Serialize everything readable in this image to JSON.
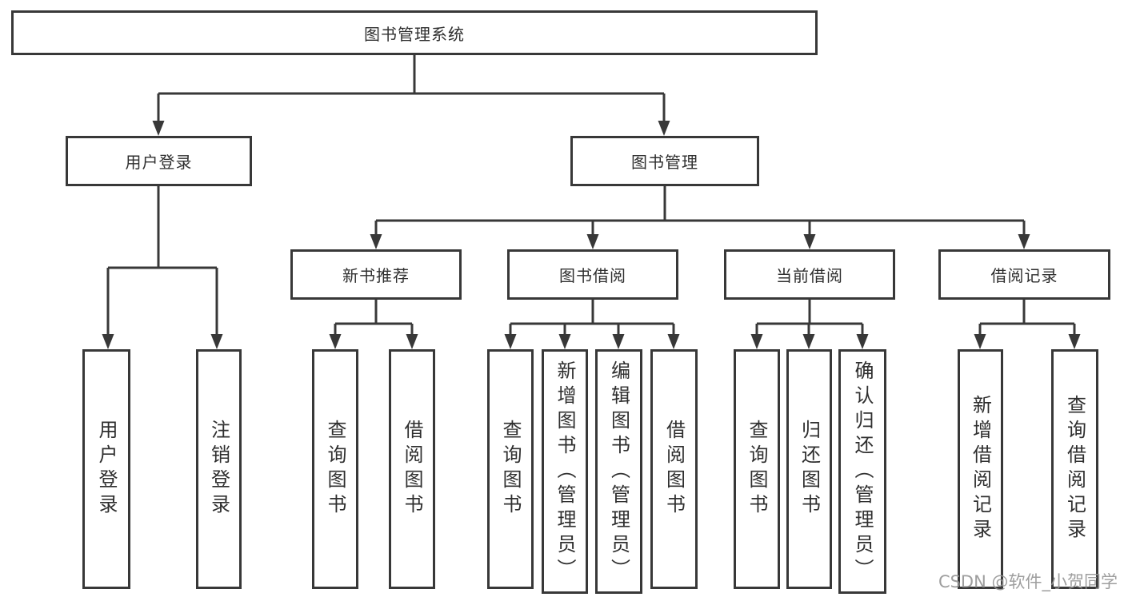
{
  "diagram": {
    "root": {
      "label": "图书管理系统"
    },
    "level2": [
      {
        "label": "用户登录"
      },
      {
        "label": "图书管理"
      }
    ],
    "level3": [
      {
        "label": "新书推荐"
      },
      {
        "label": "图书借阅"
      },
      {
        "label": "当前借阅"
      },
      {
        "label": "借阅记录"
      }
    ],
    "leaves": [
      {
        "label": "用户登录",
        "parent": "用户登录"
      },
      {
        "label": "注销登录",
        "parent": "用户登录"
      },
      {
        "label": "查询图书",
        "parent": "新书推荐"
      },
      {
        "label": "借阅图书",
        "parent": "新书推荐"
      },
      {
        "label": "查询图书",
        "parent": "图书借阅"
      },
      {
        "label": "新增图书（管理员）",
        "parent": "图书借阅"
      },
      {
        "label": "编辑图书（管理员）",
        "parent": "图书借阅"
      },
      {
        "label": "借阅图书",
        "parent": "图书借阅"
      },
      {
        "label": "查询图书",
        "parent": "当前借阅"
      },
      {
        "label": "归还图书",
        "parent": "当前借阅"
      },
      {
        "label": "确认归还（管理员）",
        "parent": "当前借阅"
      },
      {
        "label": "新增借阅记录",
        "parent": "借阅记录"
      },
      {
        "label": "查询借阅记录",
        "parent": "借阅记录"
      }
    ],
    "watermark": "CSDN @软件_小贺同学",
    "colors": {
      "line": "#383838",
      "text": "#2f2f2f",
      "watermark": "#949494",
      "background": "#ffffff"
    }
  }
}
